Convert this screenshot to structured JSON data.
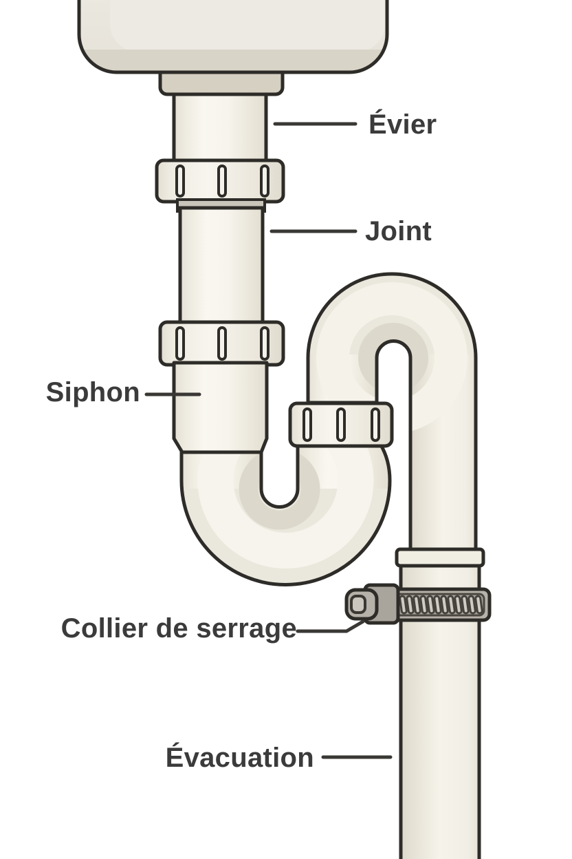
{
  "figure": {
    "type": "plumbing-diagram",
    "subject": "Schéma d'un siphon d'évier",
    "background_color": "#ffffff",
    "outline_color": "#2e2c28",
    "pipe_color": "#efece2",
    "metal_color": "#b5b1a9",
    "label_color": "#3b3b3b",
    "labels": {
      "evier": "Évier",
      "joint": "Joint",
      "siphon": "Siphon",
      "collier": "Collier de serrage",
      "evacuation": "Évacuation"
    }
  }
}
